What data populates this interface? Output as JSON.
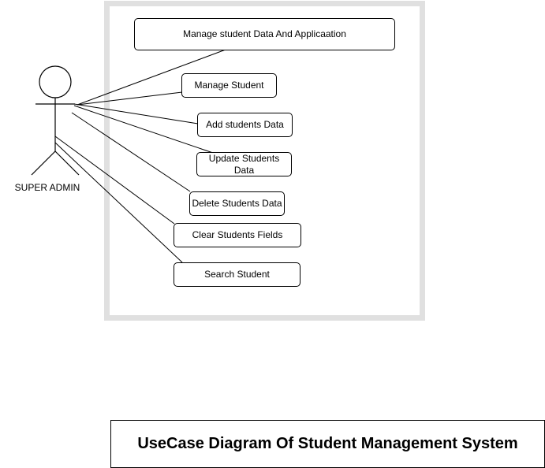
{
  "actor": {
    "label": "SUPER ADMIN"
  },
  "use_cases": [
    {
      "label": "Manage student Data And Applicaation"
    },
    {
      "label": "Manage  Student"
    },
    {
      "label": "Add students Data"
    },
    {
      "label": "Update Students Data"
    },
    {
      "label": "Delete Students Data"
    },
    {
      "label": "Clear Students Fields"
    },
    {
      "label": "Search Student"
    }
  ],
  "caption": {
    "title": "UseCase Diagram Of Student Management System"
  },
  "colors": {
    "boundary": "#e0e0e0",
    "stroke": "#000000"
  }
}
